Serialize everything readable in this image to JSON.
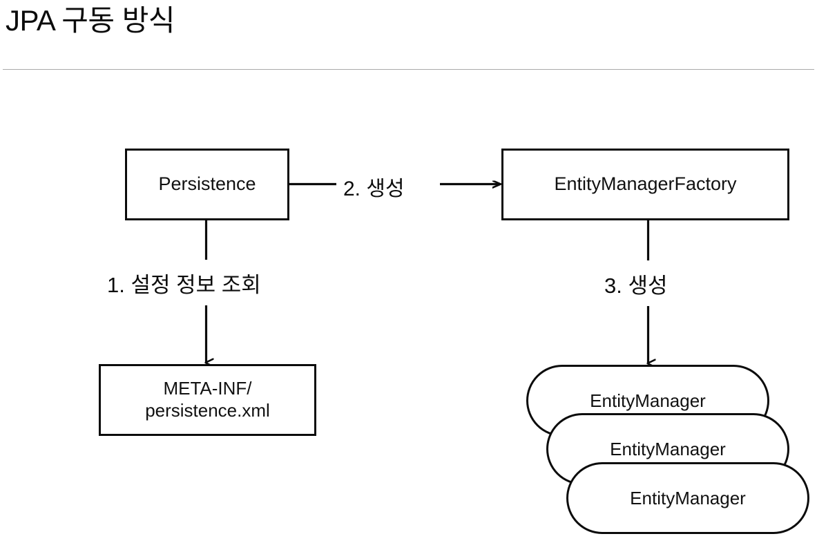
{
  "header": {
    "title": "JPA 구동 방식",
    "divider_color": "#a9a9a9"
  },
  "theme": {
    "background": "#ffffff",
    "stroke": "#0b0b0b",
    "text": "#111111"
  },
  "diagram": {
    "type": "flow-diagram",
    "nodes": [
      {
        "id": "persistence",
        "label": "Persistence",
        "shape": "rectangle"
      },
      {
        "id": "emf",
        "label": "EntityManagerFactory",
        "shape": "rectangle"
      },
      {
        "id": "persistence_xml",
        "label": "META-INF/\npersistence.xml",
        "shape": "rectangle"
      },
      {
        "id": "em_1",
        "label": "EntityManager",
        "shape": "stadium"
      },
      {
        "id": "em_2",
        "label": "EntityManager",
        "shape": "stadium"
      },
      {
        "id": "em_3",
        "label": "EntityManager",
        "shape": "stadium"
      }
    ],
    "edges": [
      {
        "id": "edge_1",
        "from": "persistence",
        "to": "persistence_xml",
        "label": "1. 설정 정보 조회",
        "direction": "down"
      },
      {
        "id": "edge_2",
        "from": "persistence",
        "to": "emf",
        "label": "2. 생성",
        "direction": "right"
      },
      {
        "id": "edge_3",
        "from": "emf",
        "to": "em_1",
        "label": "3. 생성",
        "direction": "down"
      }
    ]
  }
}
